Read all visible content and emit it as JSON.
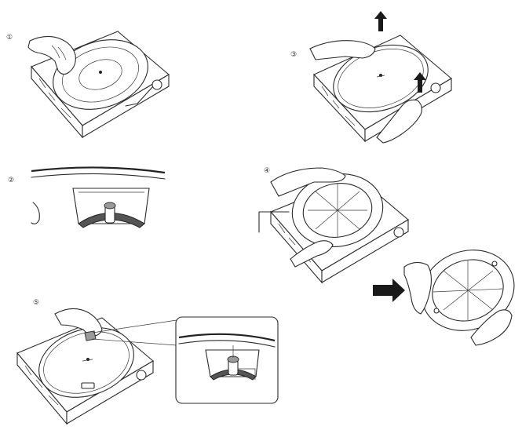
{
  "figure": {
    "steps": [
      {
        "id": "step-1",
        "label": "①",
        "icon": "turntable-with-hand"
      },
      {
        "id": "step-2",
        "label": "②",
        "icon": "spindle-close-up"
      },
      {
        "id": "step-3",
        "label": "③",
        "icon": "lifting-platter"
      },
      {
        "id": "step-4",
        "label": "④",
        "icon": "removing-platter"
      },
      {
        "id": "step-5",
        "label": "⑤",
        "icon": "placing-platter"
      }
    ],
    "arrow_color": "#1a1a1a",
    "line_color": "#2b2b2b"
  }
}
